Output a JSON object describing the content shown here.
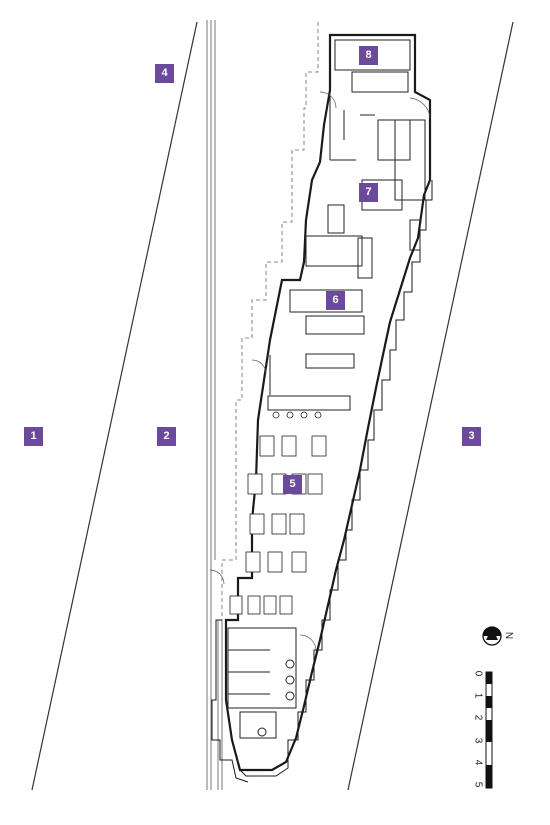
{
  "zone_labels": [
    {
      "id": "1",
      "label": "1"
    },
    {
      "id": "2",
      "label": "2"
    },
    {
      "id": "3",
      "label": "3"
    },
    {
      "id": "4",
      "label": "4"
    },
    {
      "id": "5",
      "label": "5"
    },
    {
      "id": "6",
      "label": "6"
    },
    {
      "id": "7",
      "label": "7"
    },
    {
      "id": "8",
      "label": "8"
    }
  ],
  "north_arrow": {
    "label": "N"
  },
  "scale_bar": {
    "ticks": [
      "0",
      "1",
      "2",
      "3",
      "4",
      "5"
    ]
  },
  "colors": {
    "tag_fill": "#6b4a9b",
    "tag_text": "#ffffff",
    "wall": "#1a1a1a",
    "line": "#444444"
  },
  "icons": [
    "north-arrow-icon",
    "scale-bar-icon"
  ]
}
